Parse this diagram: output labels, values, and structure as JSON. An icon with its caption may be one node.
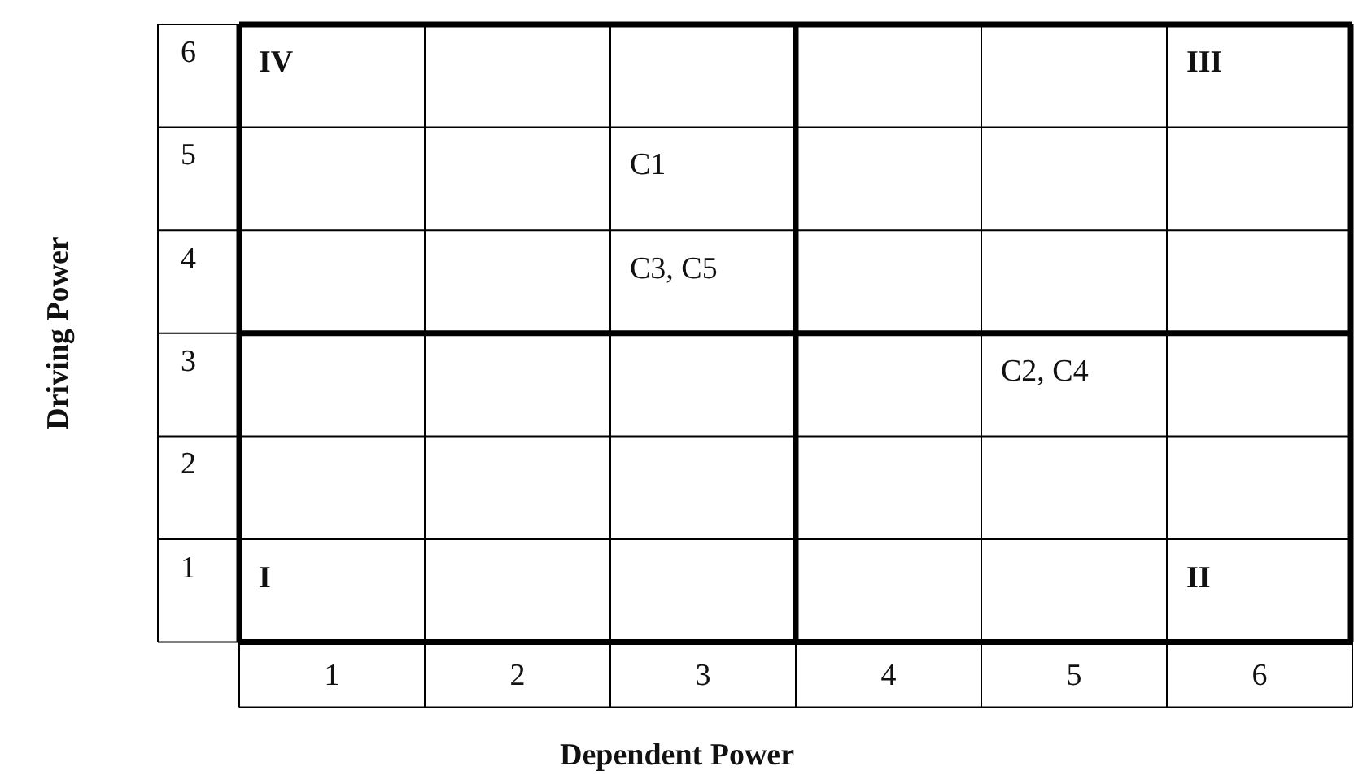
{
  "diagram": {
    "labels": [
      "Driving Power",
      "6",
      "IV",
      "III",
      "5",
      "C1",
      "4",
      "C3, C5",
      "3",
      "C2, C4",
      "2",
      "1",
      "I",
      "II",
      "1",
      "2",
      "3",
      "4",
      "5",
      "6",
      "Dependent Power"
    ]
  }
}
